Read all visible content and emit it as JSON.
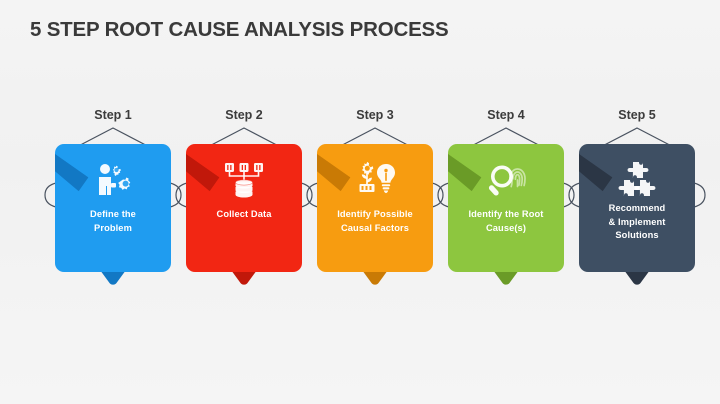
{
  "slide": {
    "title": "5 STEP ROOT CAUSE ANALYSIS PROCESS",
    "background_color": "#f2f2f2",
    "title_color": "#3a3a3a",
    "string_color": "#4a5360"
  },
  "steps": [
    {
      "label": "Step 1",
      "title": "Define the Problem",
      "title_lines": [
        "Define the",
        "Problem"
      ],
      "color": "#1f9cf0",
      "ribbon_color": "#1278c4",
      "pointer_color": "#1278c4",
      "icon": "person-gears-icon"
    },
    {
      "label": "Step 2",
      "title": "Collect Data",
      "title_lines": [
        "Collect Data"
      ],
      "color": "#f22613",
      "ribbon_color": "#c1180a",
      "pointer_color": "#c1180a",
      "icon": "database-network-icon"
    },
    {
      "label": "Step 3",
      "title": "Identify Possible Causal Factors",
      "title_lines": [
        "Identify Possible",
        "Causal Factors"
      ],
      "color": "#f79c10",
      "ribbon_color": "#c97a05",
      "pointer_color": "#c97a05",
      "icon": "plant-lightbulb-icon"
    },
    {
      "label": "Step 4",
      "title": "Identify the Root Cause(s)",
      "title_lines": [
        "Identify the Root",
        "Cause(s)"
      ],
      "color": "#8dc63f",
      "ribbon_color": "#6a9b27",
      "pointer_color": "#6a9b27",
      "icon": "magnifier-fingerprint-icon"
    },
    {
      "label": "Step 5",
      "title": "Recommend & Implement Solutions",
      "title_lines": [
        "Recommend",
        "& Implement",
        "Solutions"
      ],
      "color": "#3e4f63",
      "ribbon_color": "#2b3645",
      "pointer_color": "#2b3645",
      "icon": "puzzle-pieces-icon"
    }
  ]
}
